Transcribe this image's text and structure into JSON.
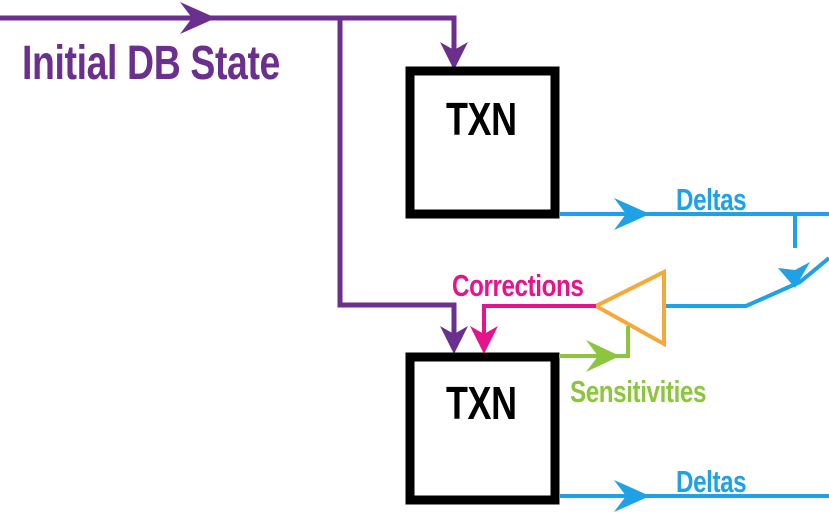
{
  "labels": {
    "initial_db_state": "Initial DB State",
    "txn_top": "TXN",
    "txn_bottom": "TXN",
    "deltas_top": "Deltas",
    "deltas_bottom": "Deltas",
    "corrections": "Corrections",
    "sensitivities": "Sensitivities"
  },
  "colors": {
    "initial_state": "#6b2f8e",
    "deltas": "#1ea1e6",
    "corrections": "#e6148c",
    "sensitivities": "#8cc63e",
    "feedback_block": "#f6a93b",
    "txn_box": "#000000"
  }
}
